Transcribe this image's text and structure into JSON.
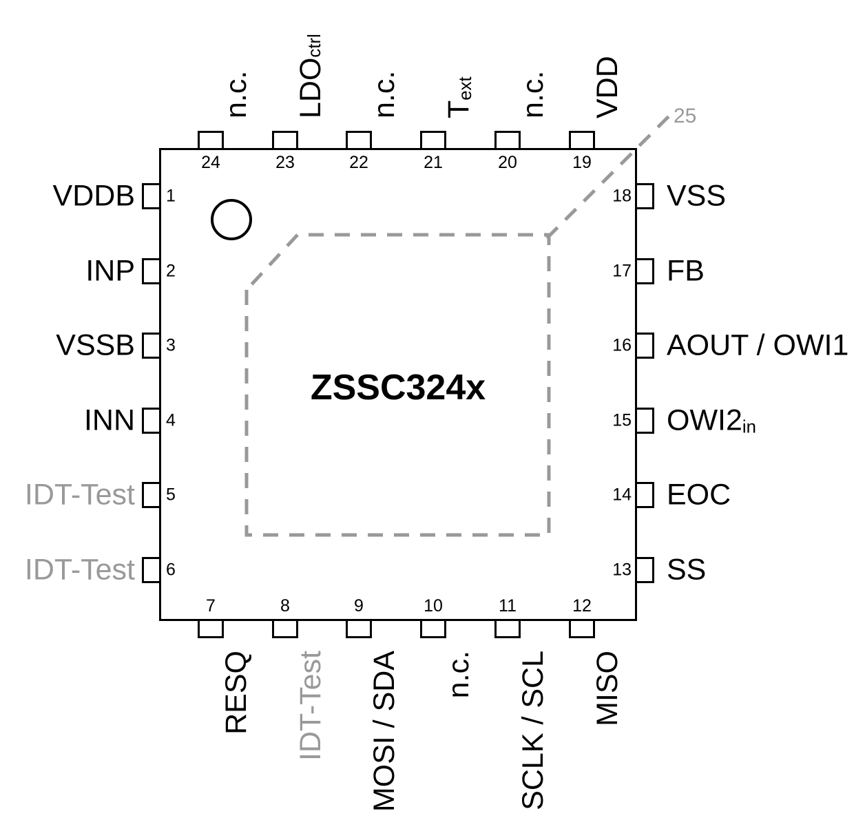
{
  "diagram": {
    "part_name": "ZSSC324x",
    "package_pin_count": 24,
    "thermal_pad_number": "25"
  },
  "pins": {
    "left": [
      {
        "number": "1",
        "label": "VDDB",
        "dim": false
      },
      {
        "number": "2",
        "label": "INP",
        "dim": false
      },
      {
        "number": "3",
        "label": "VSSB",
        "dim": false
      },
      {
        "number": "4",
        "label": "INN",
        "dim": false
      },
      {
        "number": "5",
        "label": "IDT-Test",
        "dim": true
      },
      {
        "number": "6",
        "label": "IDT-Test",
        "dim": true
      }
    ],
    "bottom": [
      {
        "number": "7",
        "label": "RESQ",
        "dim": false
      },
      {
        "number": "8",
        "label": "IDT-Test",
        "dim": true
      },
      {
        "number": "9",
        "label": "MOSI / SDA",
        "dim": false
      },
      {
        "number": "10",
        "label": "n.c.",
        "dim": false
      },
      {
        "number": "11",
        "label": "SCLK / SCL",
        "dim": false
      },
      {
        "number": "12",
        "label": "MISO",
        "dim": false
      }
    ],
    "right": [
      {
        "number": "13",
        "label": "SS",
        "dim": false
      },
      {
        "number": "14",
        "label": "EOC",
        "dim": false
      },
      {
        "number": "15",
        "label": "OWI2",
        "sub": "in",
        "dim": false
      },
      {
        "number": "16",
        "label": "AOUT / OWI1",
        "dim": false
      },
      {
        "number": "17",
        "label": "FB",
        "dim": false
      },
      {
        "number": "18",
        "label": "VSS",
        "dim": false
      }
    ],
    "top": [
      {
        "number": "19",
        "label": "VDD",
        "dim": false
      },
      {
        "number": "20",
        "label": "n.c.",
        "dim": false
      },
      {
        "number": "21",
        "label": "T",
        "sub": "ext",
        "dim": false
      },
      {
        "number": "22",
        "label": "n.c.",
        "dim": false
      },
      {
        "number": "23",
        "label": "LDO",
        "small": "ctrl",
        "dim": false
      },
      {
        "number": "24",
        "label": "n.c.",
        "dim": false
      }
    ]
  },
  "colors": {
    "outline": "#000000",
    "text": "#000000",
    "dim_text": "#999999",
    "dashed_pad": "#999999",
    "background": "#ffffff"
  }
}
